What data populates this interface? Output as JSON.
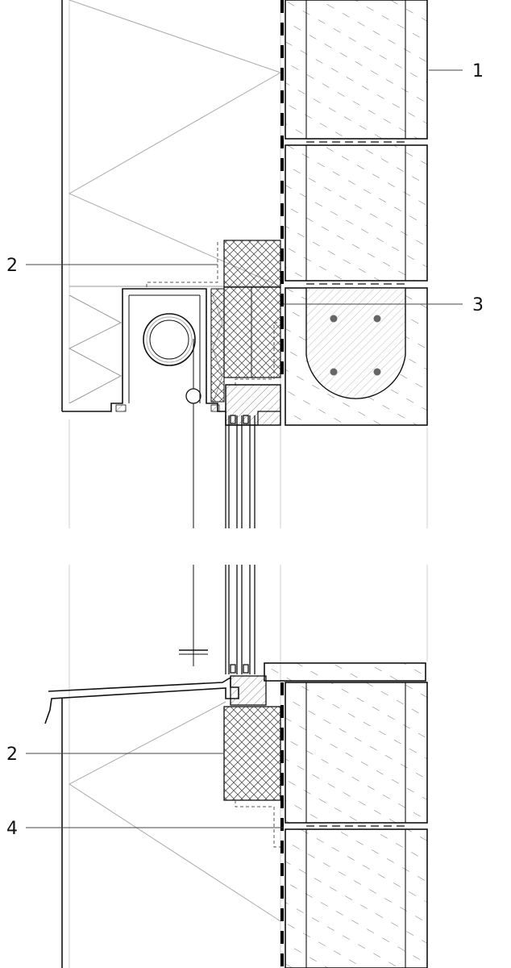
{
  "drawing": {
    "type": "architectural section detail",
    "colors": {
      "line": "#111111",
      "thin": "#9a9a9a",
      "hatch": "#555555",
      "membrane": "#000000",
      "rebar": "#666666",
      "background": "#ffffff"
    }
  },
  "callouts": [
    {
      "id": "callout-1",
      "text": "1"
    },
    {
      "id": "callout-2-top",
      "text": "2"
    },
    {
      "id": "callout-3",
      "text": "3"
    },
    {
      "id": "callout-2-bottom",
      "text": "2"
    },
    {
      "id": "callout-4",
      "text": "4"
    }
  ]
}
